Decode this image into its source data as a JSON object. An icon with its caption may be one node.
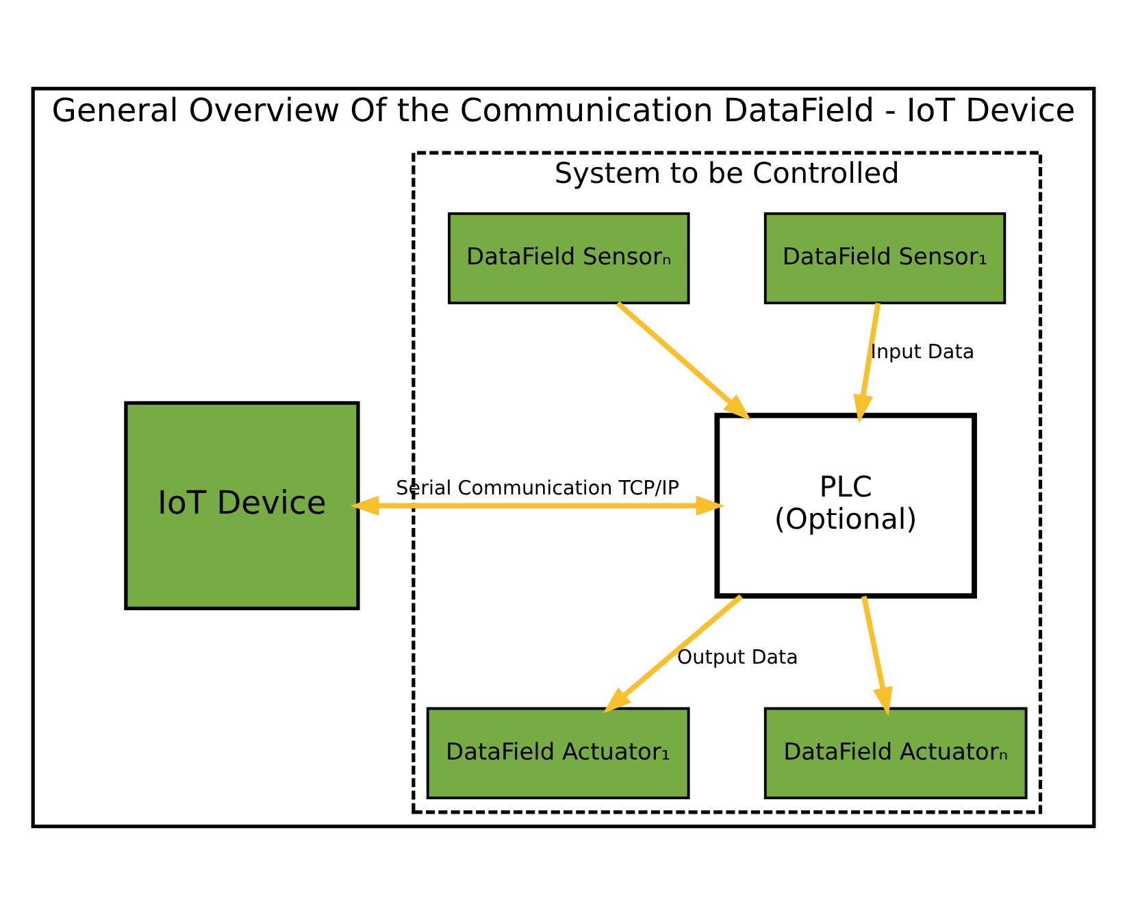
{
  "diagram": {
    "nodes": [
      {
        "text": [
          "General Overview Of the Communication DataField - IoT Device"
        ]
      },
      {
        "text": [
          "System to be Controlled"
        ],
        "in": 0
      },
      {
        "text": [
          "DataField Sensor₁"
        ],
        "in": 1
      },
      {
        "text": [
          "DataField Sensorₙ"
        ],
        "in": 1
      },
      {
        "text": [
          "PLC",
          "(Optional)"
        ],
        "in": 1
      },
      {
        "text": [
          "DataField Actuator₁"
        ],
        "in": 1
      },
      {
        "text": [
          "DataField Actuatorₙ"
        ],
        "in": 1
      },
      {
        "text": [
          "IoT Device"
        ],
        "in": 0
      }
    ],
    "edges": [
      {
        "from": 2,
        "to": 4,
        "arrow": "to",
        "label": "Input Data"
      },
      {
        "from": 3,
        "to": 4,
        "arrow": "to"
      },
      {
        "from": 4,
        "to": 5,
        "arrow": "to",
        "label": "Output Data"
      },
      {
        "from": 4,
        "to": 6,
        "arrow": "to"
      },
      {
        "from": 4,
        "to": 7,
        "arrow": "both",
        "label": "Serial Communication TCP/IP"
      }
    ]
  }
}
